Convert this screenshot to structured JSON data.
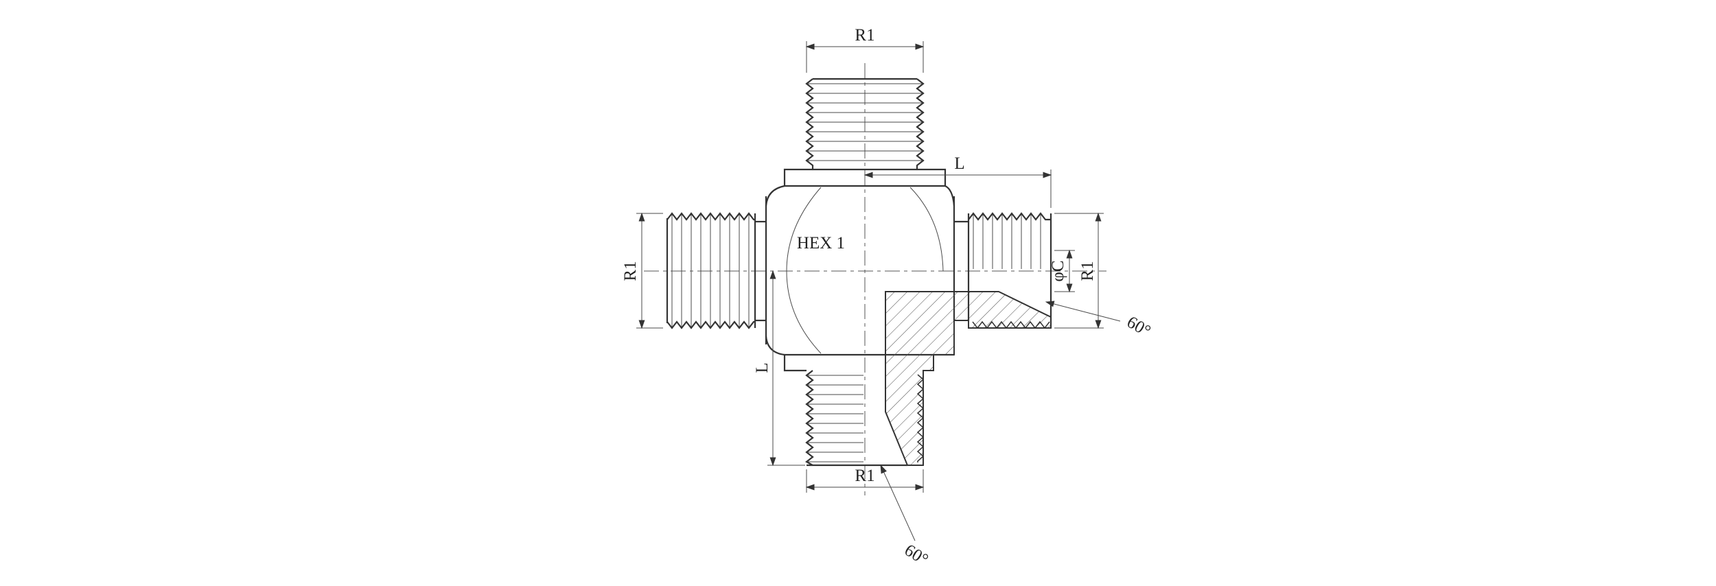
{
  "drawing": {
    "body_label": "HEX 1",
    "dimensions": {
      "top_thread": "R1",
      "left_thread": "R1",
      "right_thread": "R1",
      "bottom_thread": "R1",
      "right_length": "L",
      "bottom_length": "L",
      "bore_diameter": "φC",
      "right_cone_angle": "60°",
      "bottom_cone_angle": "60°"
    },
    "colors": {
      "line": "#333333",
      "thin_line": "#4a4a4a",
      "background": "#ffffff"
    }
  }
}
